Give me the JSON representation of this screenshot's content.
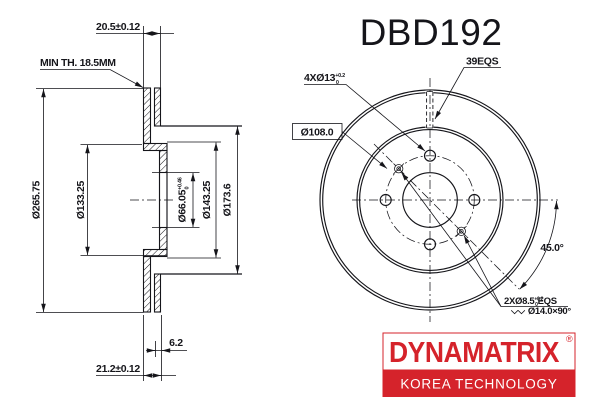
{
  "title": "DBD192",
  "section": {
    "thickness": "20.5±0.12",
    "min_thickness": "MIN TH. 18.5MM",
    "outer_diameter": "Ø265.75",
    "friction_inner_diameter": "Ø133.25",
    "bore_diameter": "Ø66.05",
    "bore_tol_upper": "+0.46",
    "bore_tol_lower": "0",
    "hat_step_diameter": "Ø143.25",
    "hat_outer_diameter": "Ø173.6",
    "face_offset": "6.2",
    "total_height": "21.2±0.12"
  },
  "front": {
    "bolt_holes": "4XØ13",
    "bolt_tol_upper": "+0.2",
    "bolt_tol_lower": "0",
    "vanes": "39EQS",
    "pitch_circle": "Ø108.0",
    "angle": "45.0°",
    "screw_holes": "2XØ8.5",
    "screw_tol_upper": "+0.2",
    "screw_tol_lower": "0",
    "screw_suffix": "EQS",
    "countersink_symbol": "⌵⌵",
    "countersink": "Ø14.0×90°"
  },
  "logo": {
    "brand": "DYNAMATRIX",
    "registered": "®",
    "tagline": "KOREA TECHNOLOGY",
    "accent_color": "#d5232b"
  }
}
